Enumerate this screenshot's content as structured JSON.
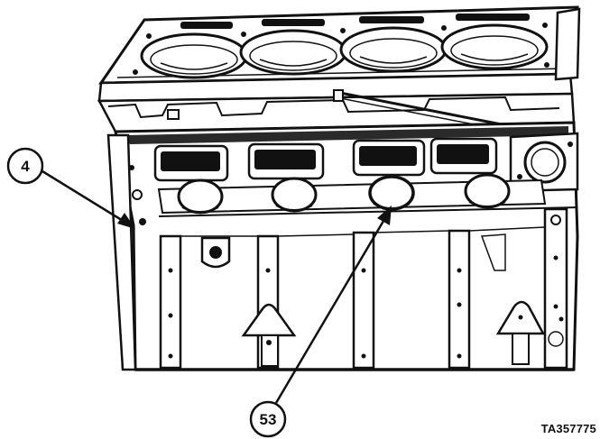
{
  "diagram": {
    "callouts": [
      {
        "id": "callout-4",
        "label": "4"
      },
      {
        "id": "callout-53",
        "label": "53"
      }
    ],
    "figure_id": "TA357775",
    "colors": {
      "ink": "#111111",
      "paper": "#ffffff",
      "shade": "#2a2a2a",
      "mid": "#8a8a8a"
    }
  }
}
